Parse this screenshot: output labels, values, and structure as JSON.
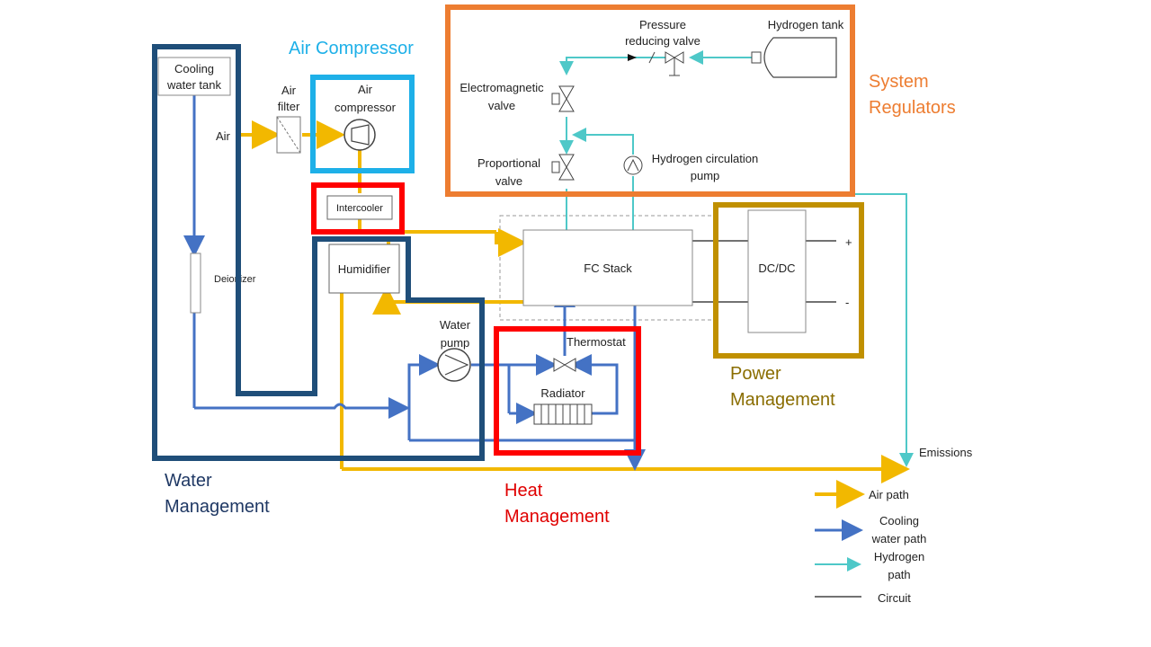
{
  "components": {
    "cooling_water_tank": [
      "Cooling",
      "water tank"
    ],
    "air": "Air",
    "air_filter": [
      "Air",
      "filter"
    ],
    "air_compressor": [
      "Air",
      "compressor"
    ],
    "intercooler": "Intercooler",
    "humidifier": "Humidifier",
    "deionizer": "Deionizer",
    "water_pump": [
      "Water",
      "pump"
    ],
    "thermostat": "Thermostat",
    "radiator": "Radiator",
    "fc_stack": "FC Stack",
    "dcdc": "DC/DC",
    "plus": "+",
    "minus": "-",
    "pressure_valve": [
      "Pressure",
      "reducing valve"
    ],
    "hydrogen_tank": "Hydrogen tank",
    "electromagnetic_valve": [
      "Electromagnetic",
      "valve"
    ],
    "proportional_valve": [
      "Proportional",
      "valve"
    ],
    "hydrogen_pump": [
      "Hydrogen circulation",
      "pump"
    ],
    "emissions": "Emissions"
  },
  "groups": {
    "air_compressor": {
      "label": "Air Compressor",
      "color": "#1eb0e8"
    },
    "system_regulators": {
      "label": [
        "System",
        "Regulators"
      ],
      "color": "#ed7d31"
    },
    "power_management": {
      "label": [
        "Power",
        "Management"
      ],
      "color": "#c09000",
      "text_color": "#8a6d00"
    },
    "heat_management": {
      "label": [
        "Heat",
        "Management"
      ],
      "color": "#ff0000",
      "text_color": "#e00000"
    },
    "water_management": {
      "label": [
        "Water",
        "Management"
      ],
      "color": "#1f4e79",
      "text_color": "#1f3864"
    },
    "intercooler_box": {
      "color": "#ff0000"
    }
  },
  "legend": [
    {
      "label": [
        "Air path"
      ],
      "color": "#f2b800"
    },
    {
      "label": [
        "Cooling",
        "water path"
      ],
      "color": "#4472c4"
    },
    {
      "label": [
        "Hydrogen",
        "path"
      ],
      "color": "#4ec8c8"
    },
    {
      "label": [
        "Circuit"
      ],
      "color": "#444444"
    }
  ]
}
